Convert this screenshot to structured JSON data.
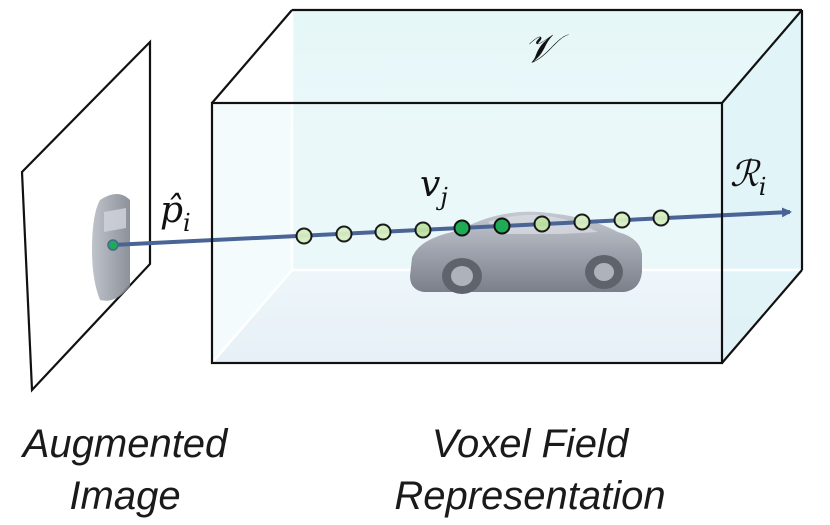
{
  "labels": {
    "volume": "𝒱",
    "pixel": "p̂",
    "pixel_sub": "i",
    "voxel": "v",
    "voxel_sub": "j",
    "ray": "ℛ",
    "ray_sub": "i"
  },
  "captions": {
    "left_line1": "Augmented",
    "left_line2": "Image",
    "right_line1": "Voxel Field",
    "right_line2": "Representation"
  },
  "colors": {
    "ray": "#4a6496",
    "voxel_active": "#1faa55",
    "voxel_inactive": "#d8efc2",
    "box_fill": "#e7f6f8",
    "floor_fill": "#eef0f7",
    "stroke": "#111111"
  }
}
